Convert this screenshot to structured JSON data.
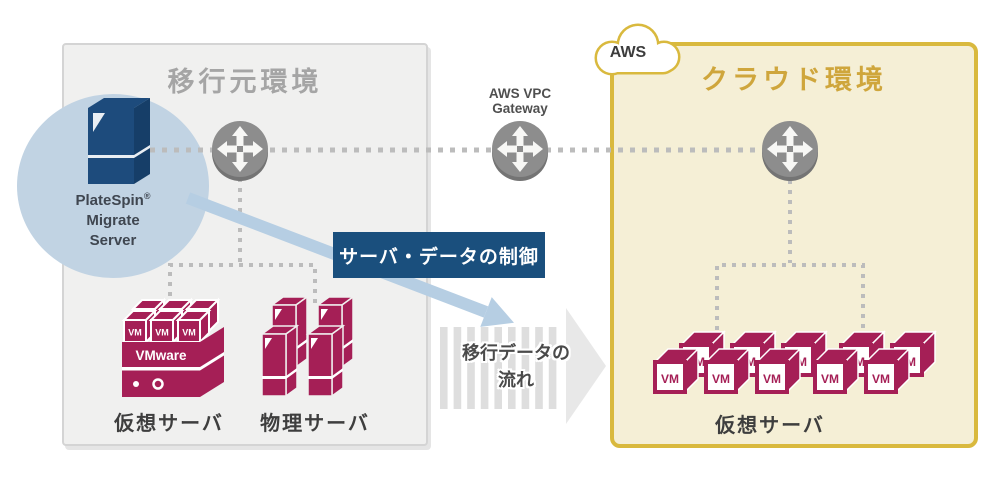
{
  "source_env": {
    "title": "移行元環境",
    "platespin": {
      "brand": "PlateSpin",
      "reg": "®",
      "product": "Migrate",
      "role": "Server"
    },
    "virtual_server_label": "仮想サーバ",
    "physical_server_label": "物理サーバ",
    "vmware_label": "VMware",
    "vm_label": "VM"
  },
  "gateway": {
    "label_line1": "AWS VPC",
    "label_line2": "Gateway"
  },
  "cloud_env": {
    "badge": "AWS",
    "title": "クラウド環境",
    "virtual_server_label": "仮想サーバ",
    "vm_label": "VM"
  },
  "flow": {
    "control_label": "サーバ・データの制御",
    "data_flow_label_line1": "移行データの",
    "data_flow_label_line2": "流れ"
  },
  "icons": {
    "router": "router-4way-arrows-icon",
    "aws_cloud": "aws-cloud-icon",
    "platespin_server": "server-tower-icon",
    "vmware_host": "vmware-host-stack-icon",
    "physical_servers": "server-tower-cluster-icon",
    "vm_cube": "vm-cube-icon",
    "data_flow_arrow": "striped-flow-arrow-icon",
    "control_arrow": "control-arrow-icon"
  },
  "colors": {
    "magenta": "#a51f56",
    "navy": "#1d4b7c",
    "navy_label_bg": "#1a4f7d",
    "light_blue": "#c1d3e3",
    "gold_border": "#d9b93e",
    "cloud_fill": "#f5efd6",
    "gold_text": "#cfa63c",
    "gray_box_fill": "#f0f0ef",
    "router_gray": "#8d8d8d",
    "dotted_line": "#bcbcbc"
  }
}
